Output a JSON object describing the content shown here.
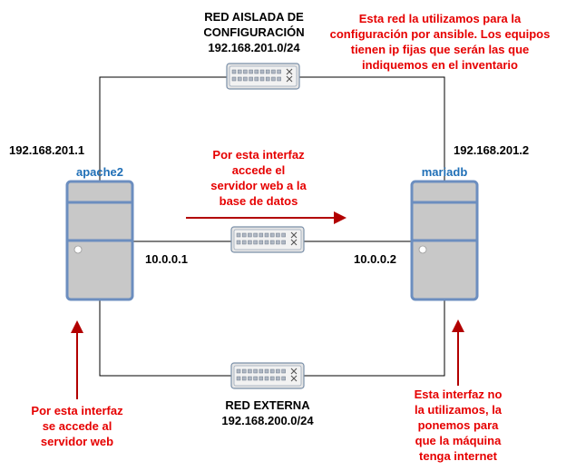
{
  "networks": {
    "config": {
      "name_lines": [
        "RED AISLADA DE",
        "CONFIGURACIÓN"
      ],
      "subnet": "192.168.201.0/24"
    },
    "internal": {
      "name_lines": []
    },
    "external": {
      "name_lines": [
        "RED EXTERNA"
      ],
      "subnet": "192.168.200.0/24"
    }
  },
  "hosts": {
    "apache": {
      "name": "apache2",
      "ip_config": "192.168.201.1",
      "ip_internal": "10.0.0.1"
    },
    "mariadb": {
      "name": "mariadb",
      "ip_config": "192.168.201.2",
      "ip_internal": "10.0.0.2"
    }
  },
  "notes": {
    "config_note": [
      "Esta red la utilizamos para la",
      "configuración por ansible. Los equipos",
      "tienen ip fijas que serán las que",
      "indiquemos en el inventario"
    ],
    "internal_note": [
      "Por esta interfaz",
      "accede el",
      "servidor web a la",
      "base de datos"
    ],
    "apache_ext_note": [
      "Por esta interfaz",
      "se accede al",
      "servidor web"
    ],
    "mariadb_ext_note": [
      "Esta interfaz no",
      "la utilizamos, la",
      "ponemos para",
      "que la máquina",
      "tenga internet"
    ]
  },
  "colors": {
    "note_red": "#e60000",
    "host_blue": "#1f6fb7",
    "arrow_red": "#b20000",
    "server_fill": "#c8c8c8",
    "server_stroke": "#6c8ebf"
  }
}
